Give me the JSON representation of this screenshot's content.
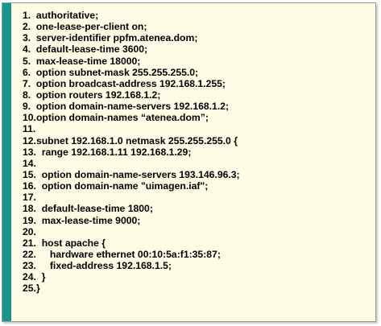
{
  "colors": {
    "accent_bar": "#17958f",
    "panel_background": "#fdfde6",
    "border": "#9a9a9a",
    "text": "#000000"
  },
  "lines": [
    "1.  authoritative;",
    "2.  one-lease-per-client on;",
    "3.  server-identifier ppfm.atenea.dom;",
    "4.  default-lease-time 3600;",
    "5.  max-lease-time 18000;",
    "6.  option subnet-mask 255.255.255.0;",
    "7.  option broadcast-address 192.168.1.255;",
    "8.  option routers 192.168.1.2;",
    "9.  option domain-name-servers 192.168.1.2;",
    "10.option domain-names “atenea.dom”;",
    "11.",
    "12.subnet 192.168.1.0 netmask 255.255.255.0 {",
    "13.  range 192.168.1.11 192.168.1.29;",
    "14.",
    "15.  option domain-name-servers 193.146.96.3;",
    "16.  option domain-name \"uimagen.iaf\";",
    "17.",
    "18.  default-lease-time 1800;",
    "19.  max-lease-time 9000;",
    "20.",
    "21.  host apache {",
    "22.     hardware ethernet 00:10:5a:f1:35:87;",
    "23.     fixed-address 192.168.1.5;",
    "24.  }",
    "25.}"
  ]
}
